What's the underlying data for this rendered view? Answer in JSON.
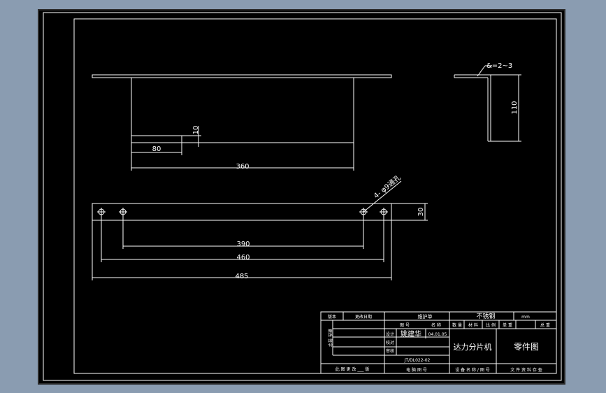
{
  "colors": {
    "background": "#8a9cb1",
    "canvas": "#000000",
    "lines": "#ffffff",
    "canvas_border": "#2b2b2b"
  },
  "drawing": {
    "dims": {
      "d80": "80",
      "d10": "10",
      "d360": "360",
      "d390": "390",
      "d460": "460",
      "d485": "485",
      "d30": "30",
      "d110": "110",
      "thickness": "&=2~3",
      "holes": "4- φ9通孔"
    }
  },
  "title_block": {
    "h_version": "版本",
    "h_change_date": "更改日期",
    "h_maintenance_sheet": "维护单",
    "material": "不锈钢",
    "unit": "mm",
    "left_vertical": "更改 签字",
    "row_figure": "图 号",
    "row_name": "名 称",
    "cols_right": [
      "数 量",
      "材 料",
      "比 例",
      "单 重",
      "总 重"
    ],
    "role_design": "设计",
    "designer_name": "姚建华",
    "design_date": "04.01.05",
    "role_check": "校对",
    "role_approve": "审核",
    "machine": "达力分片机",
    "drawing_kind": "零件图",
    "drawing_no": "JT/DL022-02",
    "footer_page": "此 图 更 改 ___ 版",
    "footer_elec": "电 脑 图 号",
    "footer_device": "设 备 名 称 / 图 号",
    "footer_file": "文 件 资 料 存 查"
  }
}
